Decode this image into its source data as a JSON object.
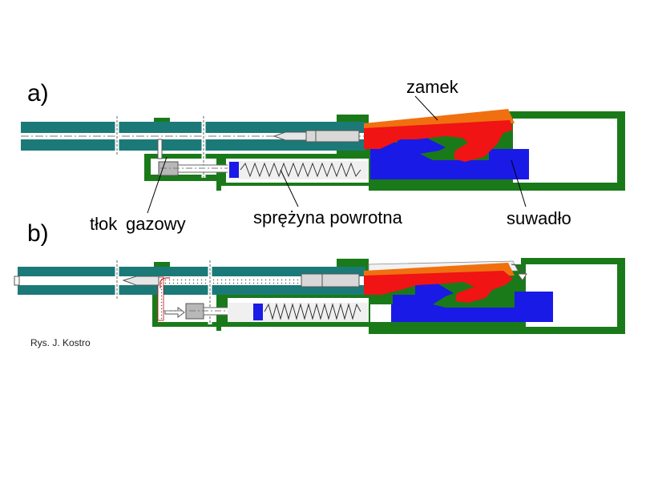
{
  "labels": {
    "panel_a": "a)",
    "panel_b": "b)",
    "zamek": "zamek",
    "tlok": "tłok",
    "gazowy": "gazowy",
    "sprezyna": "sprężyna powrotna",
    "suwadlo": "suwadło",
    "credit": "Rys. J. Kostro"
  },
  "colors": {
    "barrel": "#1b7a78",
    "housing": "#1a7a1a",
    "bolt_carrier": "#1a1ae6",
    "bolt_orange": "#f07010",
    "bolt_red": "#f01414",
    "piston": "#b8b8b8",
    "spring_chamber": "#f0f0f0",
    "gas": "#ffffff"
  }
}
